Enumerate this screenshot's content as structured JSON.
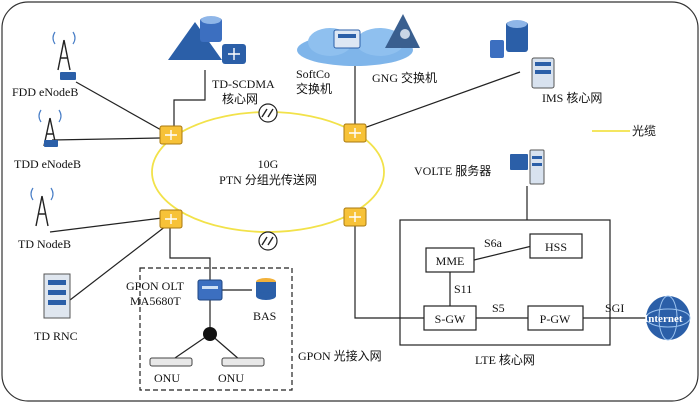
{
  "nodes": {
    "fdd_enodeb": "FDD eNodeB",
    "tdd_enodeb": "TDD eNodeB",
    "td_nodeb": "TD NodeB",
    "td_rnc": "TD RNC",
    "td_scdma_line1": "TD-SCDMA",
    "td_scdma_line2": "核心网",
    "softco_line1": "SoftCo",
    "softco_line2": "交换机",
    "gng": "GNG 交换机",
    "ims": "IMS 核心网",
    "ptn_line1": "10G",
    "ptn_line2": "PTN 分组光传送网",
    "gpon_olt_line1": "GPON OLT",
    "gpon_olt_line2": "MA5680T",
    "bas": "BAS",
    "onu_left": "ONU",
    "onu_right": "ONU",
    "gpon_access": "GPON 光接入网",
    "volte": "VOLTE 服务器",
    "mme": "MME",
    "hss": "HSS",
    "sgw": "S-GW",
    "pgw": "P-GW",
    "internet": "Internet",
    "lte_core": "LTE 核心网"
  },
  "interfaces": {
    "s6a": "S6a",
    "s11": "S11",
    "s5": "S5",
    "sgi": "SGI"
  },
  "legend": {
    "fiber_label": "光缆",
    "fiber_color": "#f2e24a"
  },
  "colors": {
    "router": "#f7c238",
    "server_blue": "#2b5fa8",
    "cloud": "#7fb5ea"
  }
}
